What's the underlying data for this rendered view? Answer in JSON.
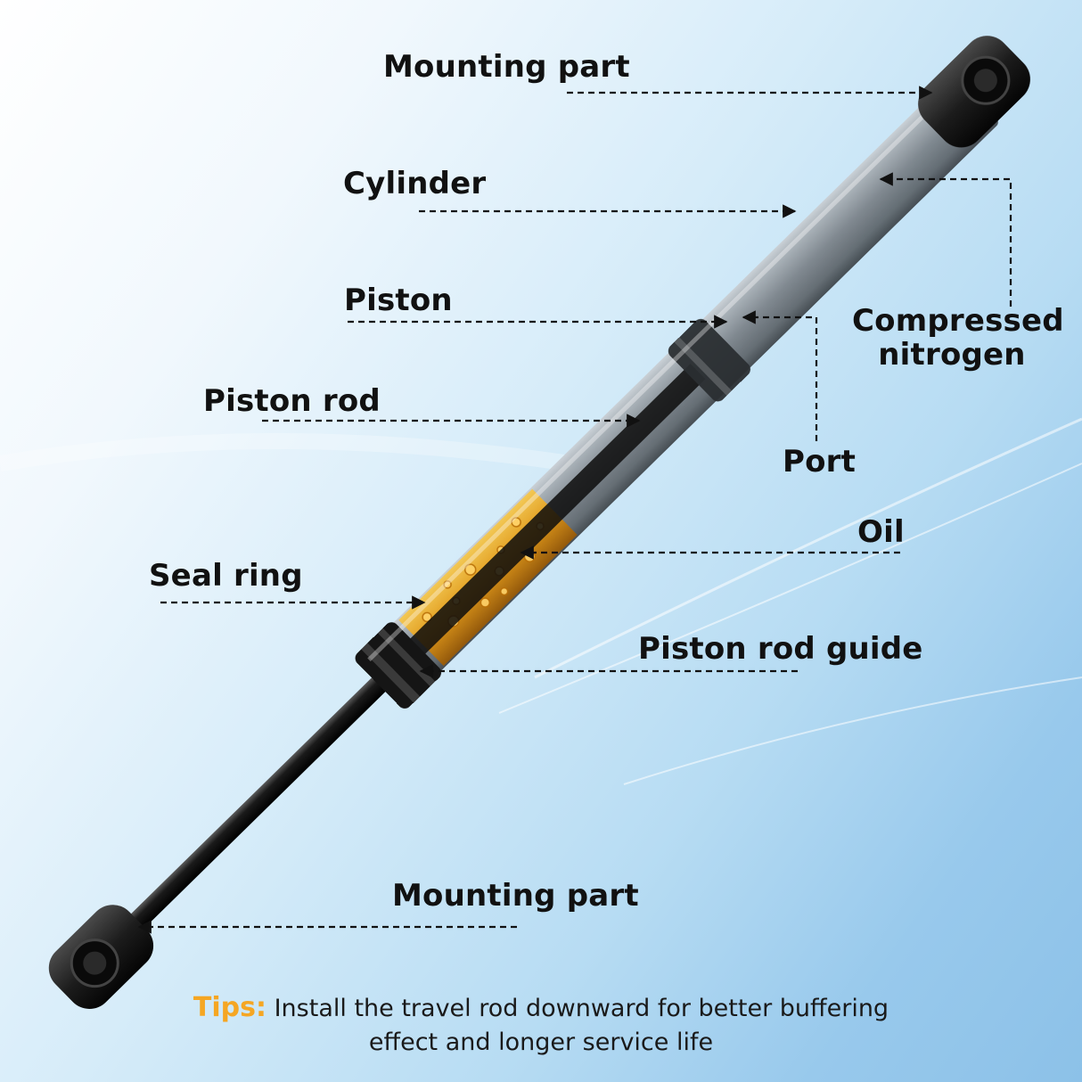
{
  "labels": {
    "mounting_top": "Mounting part",
    "cylinder": "Cylinder",
    "piston": "Piston",
    "piston_rod": "Piston rod",
    "compressed_line1": "Compressed",
    "compressed_line2": "nitrogen",
    "port": "Port",
    "oil": "Oil",
    "seal_ring": "Seal ring",
    "piston_rod_guide": "Piston rod guide",
    "mounting_bottom": "Mounting part"
  },
  "tips": {
    "keyword": "Tips:",
    "line1": "Install the travel rod downward for better buffering",
    "line2": "effect and longer service life"
  },
  "colors": {
    "label_text": "#111111",
    "tips_keyword": "#f5a623",
    "oil": "#e89a10",
    "cylinder": "#8a9198",
    "mount": "#1c1c1c",
    "rod": "#0d0d0d"
  }
}
